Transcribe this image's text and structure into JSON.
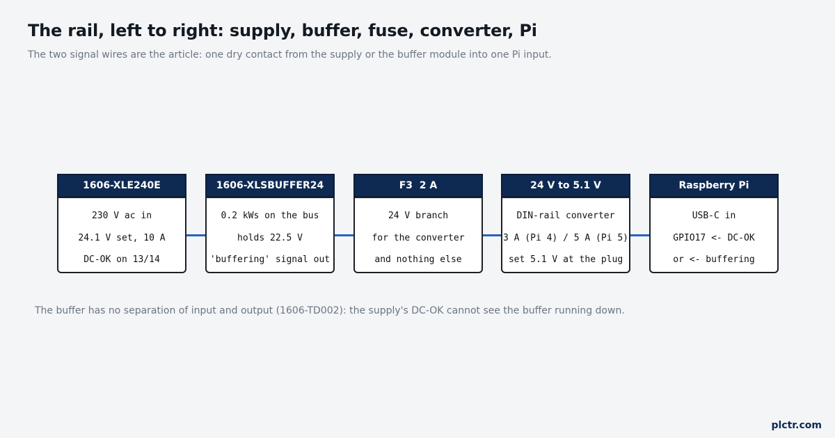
{
  "header": {
    "title": "The rail, left to right: supply, buffer, fuse, converter, Pi",
    "subtitle": "The two signal wires are the article: one dry contact from the supply or the buffer module into one Pi input."
  },
  "blocks": [
    {
      "title": "1606-XLE240E",
      "lines": [
        "230 V ac in",
        "24.1 V set, 10 A",
        "DC-OK on 13/14"
      ]
    },
    {
      "title": "1606-XLSBUFFER24",
      "lines": [
        "0.2 kWs on the bus",
        "holds 22.5 V",
        "'buffering' signal out"
      ]
    },
    {
      "title": "F3  2 A",
      "lines": [
        "24 V branch",
        "for the converter",
        "and nothing else"
      ]
    },
    {
      "title": "24 V to 5.1 V",
      "lines": [
        "DIN-rail converter",
        "3 A (Pi 4) / 5 A (Pi 5)",
        "set 5.1 V at the plug"
      ]
    },
    {
      "title": "Raspberry Pi",
      "lines": [
        "USB-C in",
        "GPIO17 <- DC-OK",
        "or <- buffering"
      ]
    }
  ],
  "footnote": "The buffer has no separation of input and output (1606-TD002): the supply's DC-OK cannot see the buffer running down.",
  "brand": "plctr.com",
  "colors": {
    "block_header": "#0f2a52",
    "connector": "#2563c0",
    "background": "#f3f5f7"
  }
}
